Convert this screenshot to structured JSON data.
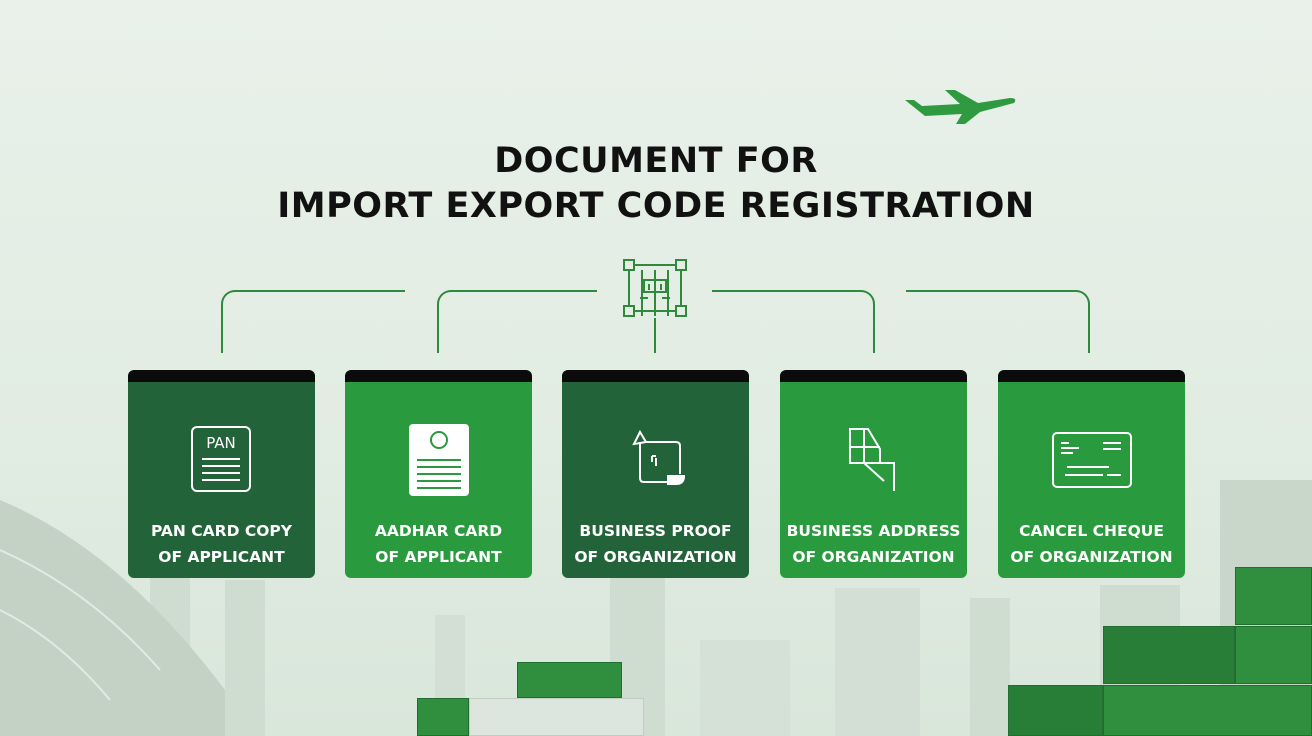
{
  "title": {
    "line1": "DOCUMENT FOR",
    "line2": "IMPORT EXPORT CODE REGISTRATION"
  },
  "colors": {
    "dark_green": "#23633a",
    "bright_green": "#2a9a3f",
    "background": "#e3ede4",
    "accent_line": "#2f8a3e"
  },
  "center_icon": "customs-building-icon",
  "decor_icon": "airplane-icon",
  "cards": [
    {
      "line1": "PAN CARD COPY",
      "line2": "OF APPLICANT",
      "icon": "pan-card-icon",
      "icon_text": "PAN",
      "style": "dark"
    },
    {
      "line1": "AADHAR CARD",
      "line2": "OF APPLICANT",
      "icon": "aadhar-card-icon",
      "style": "bright"
    },
    {
      "line1": "BUSINESS PROOF",
      "line2": "OF ORGANIZATION",
      "icon": "business-proof-icon",
      "style": "dark"
    },
    {
      "line1": "BUSINESS ADDRESS",
      "line2": "OF ORGANIZATION",
      "icon": "business-address-icon",
      "style": "bright"
    },
    {
      "line1": "CANCEL CHEQUE",
      "line2": "OF ORGANIZATION",
      "icon": "cheque-icon",
      "style": "bright"
    }
  ]
}
